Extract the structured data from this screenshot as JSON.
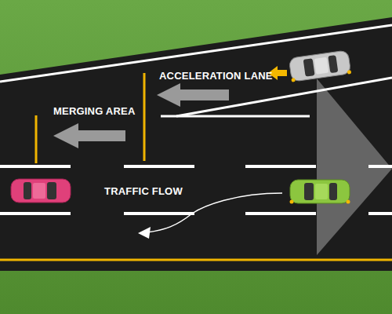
{
  "diagram": {
    "labels": [
      "ACCELERATION LANE",
      "MERGING AREA",
      "TRAFFIC FLOW"
    ]
  }
}
